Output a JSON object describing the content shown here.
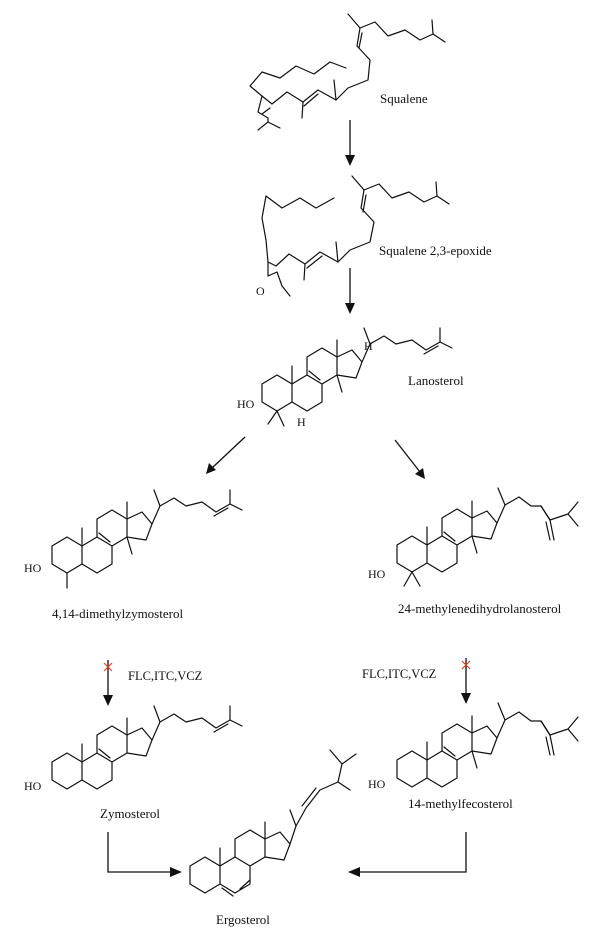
{
  "compounds": {
    "squalene": "Squalene",
    "epoxide": "Squalene 2,3-epoxide",
    "lanosterol": "Lanosterol",
    "dimethylzymosterol": "4,14-dimethylzymosterol",
    "methylenedihydrolanosterol": "24-methylenedihydrolanosterol",
    "zymosterol": "Zymosterol",
    "methylfecosterol": "14-methylfecosterol",
    "ergosterol": "Ergosterol"
  },
  "inhibitors": {
    "left": "FLC,ITC,VCZ",
    "right": "FLC,ITC,VCZ"
  },
  "atoms": {
    "ho": "HO",
    "o": "O",
    "h": "H"
  },
  "colors": {
    "bond": "#111111",
    "inhibition_mark": "#d9472b"
  }
}
